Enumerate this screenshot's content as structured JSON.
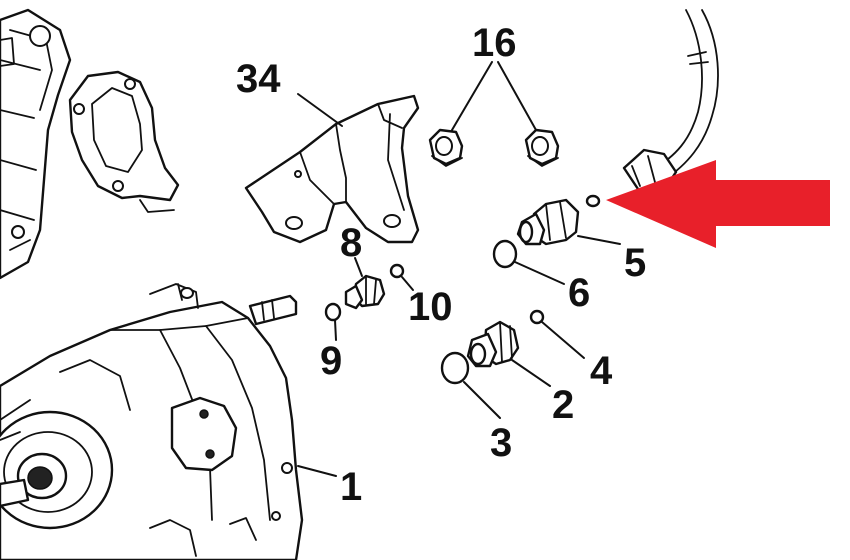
{
  "callouts": {
    "c1": "1",
    "c2": "2",
    "c3": "3",
    "c4": "4",
    "c5": "5",
    "c6": "6",
    "c8": "8",
    "c9": "9",
    "c10": "10",
    "c16": "16",
    "c34": "34"
  },
  "colors": {
    "line": "#111111",
    "arrow": "#e8202a",
    "background": "#ffffff"
  }
}
